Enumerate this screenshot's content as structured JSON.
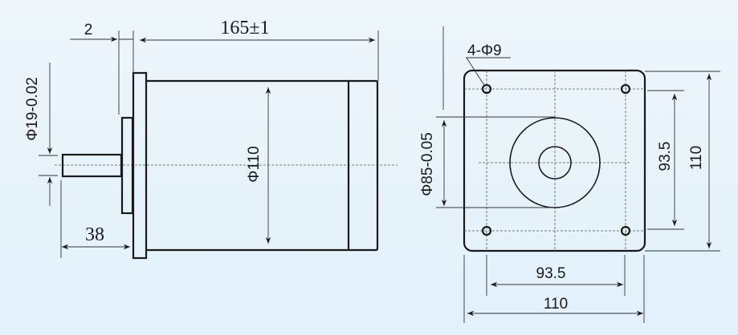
{
  "side_view": {
    "flange_thickness": "2",
    "length": "165±1",
    "body_diameter": "Φ110",
    "shaft_diameter": "Φ19-0.02",
    "shaft_length": "38"
  },
  "front_view": {
    "mounting_holes": "4-Φ9",
    "pilot_diameter": "Φ85-0.05",
    "hole_spacing_vertical": "93.5",
    "flange_height": "110",
    "hole_spacing_horizontal": "93.5",
    "flange_width": "110"
  },
  "colors": {
    "line": "#1a1a1a",
    "background": "#e8f3fb"
  }
}
